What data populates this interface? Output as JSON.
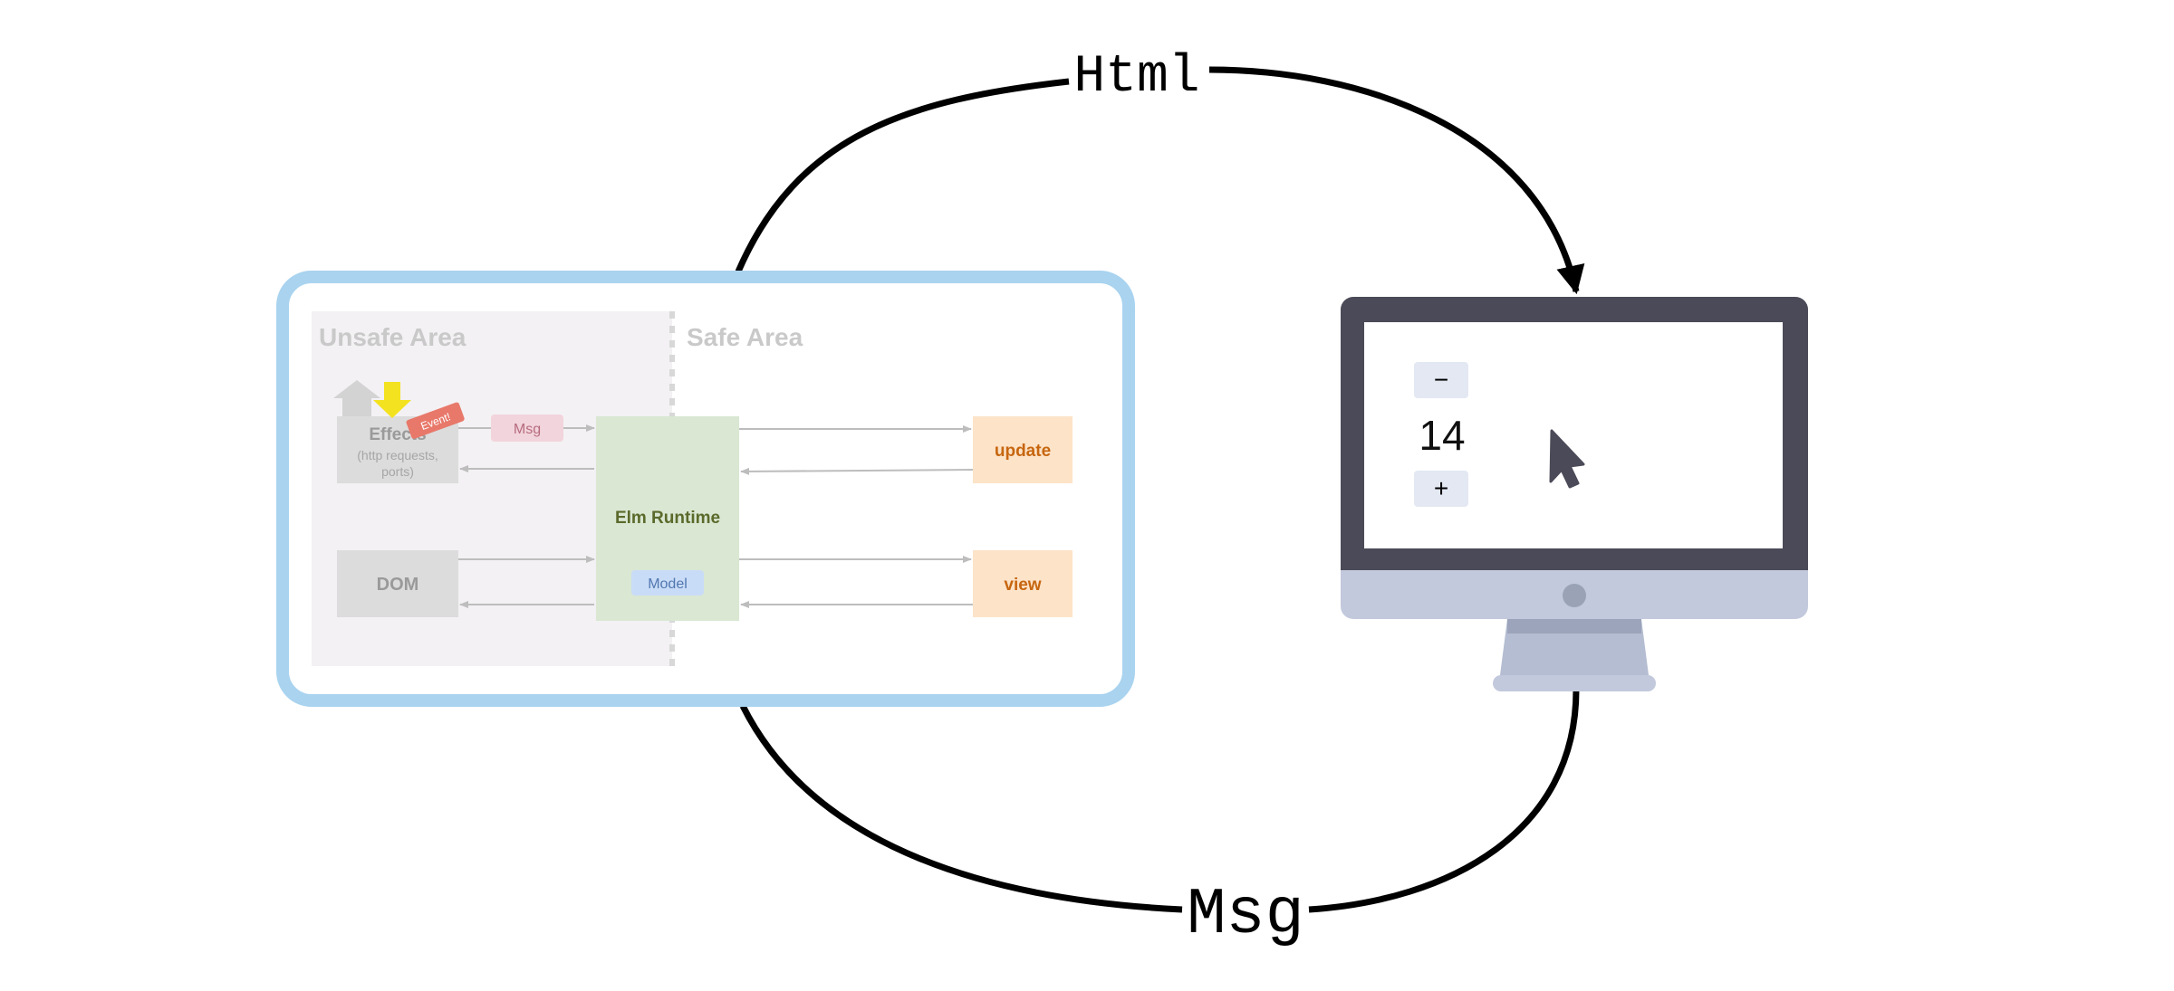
{
  "flow": {
    "top_label": "Html",
    "bottom_label": "Msg"
  },
  "architecture": {
    "unsafe_area_title": "Unsafe Area",
    "safe_area_title": "Safe Area",
    "effects_label": "Effects",
    "effects_sub_line1": "(http requests,",
    "effects_sub_line2": "ports)",
    "event_tag": "Event!",
    "msg_tag": "Msg",
    "dom_label": "DOM",
    "runtime_label": "Elm Runtime",
    "model_label": "Model",
    "update_label": "update",
    "view_label": "view"
  },
  "monitor": {
    "decrement_label": "−",
    "counter_value": "14",
    "increment_label": "+"
  },
  "colors": {
    "frame_blue": "#a9d3ef",
    "unsafe_bg": "#f3f1f3",
    "runtime_green": "#d9e7d3",
    "runtime_text": "#5b6a2b",
    "orange_box": "#fde3c8",
    "orange_text": "#c7660f",
    "msg_pink": "#f2d4dc",
    "event_red": "#e8786a",
    "model_blue": "#c9dcf7",
    "monitor_dark": "#4a4a58",
    "monitor_base": "#c2c9dc",
    "monitor_stand": "#b4bdd1",
    "counter_btn": "#e3e8f3"
  }
}
